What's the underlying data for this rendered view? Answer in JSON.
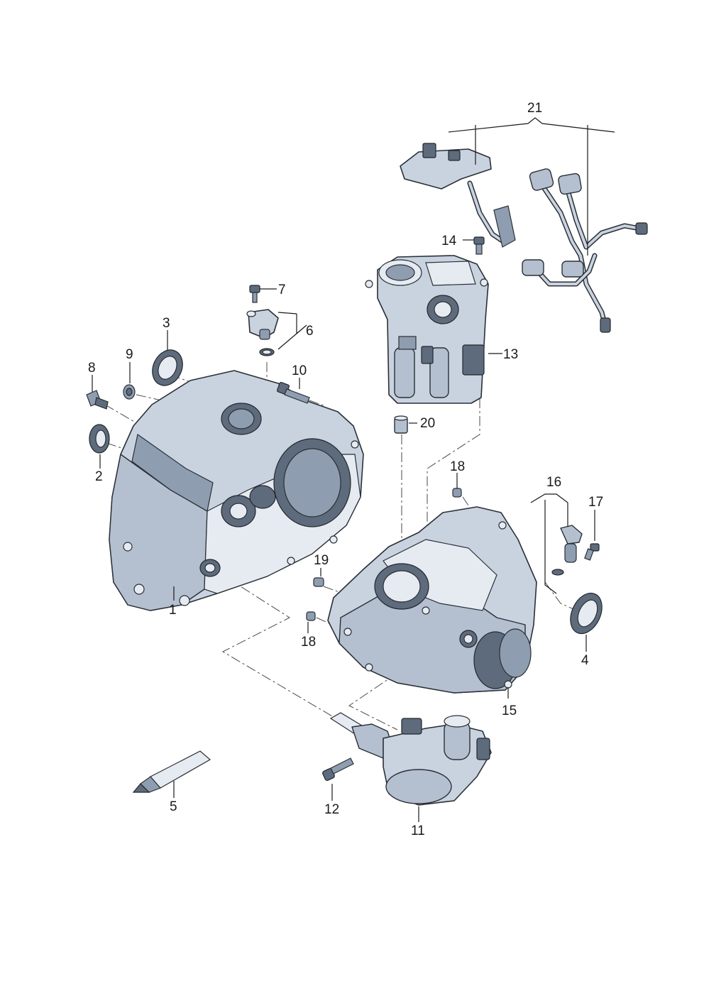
{
  "callouts": {
    "c1": "1",
    "c2": "2",
    "c3": "3",
    "c4": "4",
    "c5": "5",
    "c6": "6",
    "c7": "7",
    "c8": "8",
    "c9": "9",
    "c10": "10",
    "c11": "11",
    "c12": "12",
    "c13": "13",
    "c14": "14",
    "c15": "15",
    "c16": "16",
    "c17": "17",
    "c18a": "18",
    "c18b": "18",
    "c19": "19",
    "c20": "20",
    "c21": "21"
  }
}
